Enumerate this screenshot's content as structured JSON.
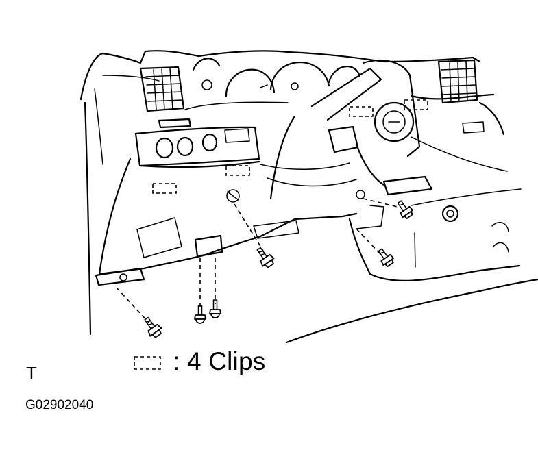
{
  "legend": {
    "clip_text": ": 4 Clips"
  },
  "figure": {
    "code": "G02902040",
    "section_mark": "T"
  }
}
